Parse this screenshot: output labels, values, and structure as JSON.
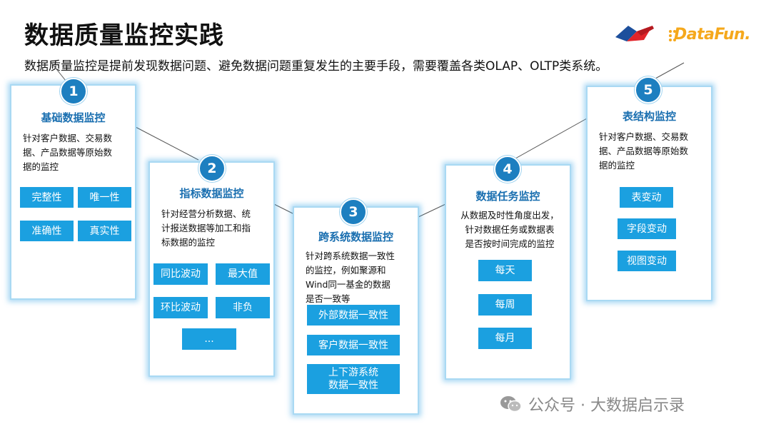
{
  "title": "数据质量监控实践",
  "subtitle": "数据质量监控是提前发现数据问题、避免数据问题重复发生的主要手段，需要覆盖各类OLAP、OLTP类系统。",
  "logo": {
    "text": "DataFun.",
    "brand_color": "#f5a81c"
  },
  "accent": "#1ba0e0",
  "cards": [
    {
      "num": "1",
      "title": "基础数据监控",
      "desc": [
        "针对客户数据、交易数",
        "据、产品数据等原始数",
        "据的监控"
      ],
      "tags": [
        "完整性",
        "唯一性",
        "准确性",
        "真实性"
      ]
    },
    {
      "num": "2",
      "title": "指标数据监控",
      "desc": [
        "针对经营分析数据、统",
        "计报送数据等加工和指",
        "标数据的监控"
      ],
      "tags": [
        "同比波动",
        "最大值",
        "环比波动",
        "非负",
        "..."
      ]
    },
    {
      "num": "3",
      "title": "跨系统数据监控",
      "desc": [
        "针对跨系统数据一致性",
        "的监控，例如聚源和",
        "Wind同一基金的数据",
        "是否一致等"
      ],
      "tags": [
        "外部数据一致性",
        "客户数据一致性",
        "上下游系统",
        "数据一致性"
      ]
    },
    {
      "num": "4",
      "title": "数据任务监控",
      "desc": [
        "从数据及时性角度出发，",
        "针对数据任务或数据表",
        "是否按时间完成的监控"
      ],
      "tags": [
        "每天",
        "每周",
        "每月"
      ]
    },
    {
      "num": "5",
      "title": "表结构监控",
      "desc": [
        "针对客户数据、交易数",
        "据、产品数据等原始数",
        "据的监控"
      ],
      "tags": [
        "表变动",
        "字段变动",
        "视图变动"
      ]
    }
  ],
  "watermark": "公众号 · 大数据启示录"
}
